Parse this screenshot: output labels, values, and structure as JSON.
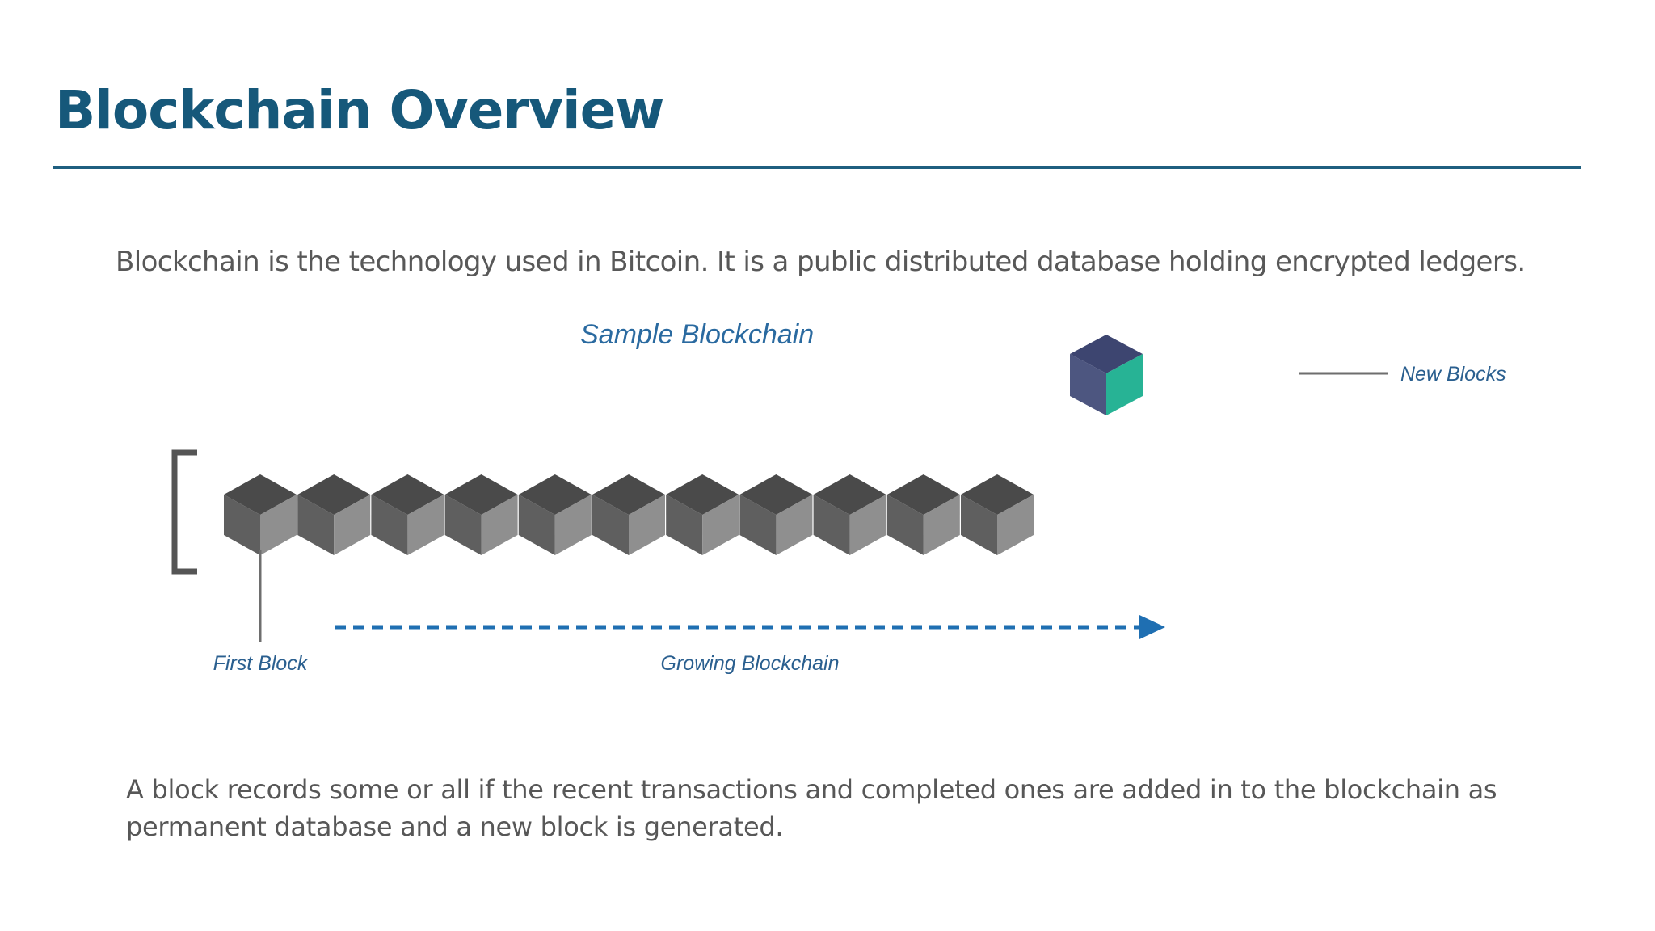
{
  "slide": {
    "title": "Blockchain Overview",
    "intro": "Blockchain is the technology used in Bitcoin. It is a public distributed database holding encrypted ledgers.",
    "footer": "A block records some or all if the recent transactions and completed ones are added in to the blockchain as permanent database and a new block is generated."
  },
  "diagram": {
    "title": "Sample Blockchain",
    "chain_block_count": 11,
    "labels": {
      "first_block": "First Block",
      "growing": "Growing Blockchain",
      "new_blocks": "New Blocks"
    },
    "colors": {
      "title_blue": "#16587a",
      "label_blue": "#2a5f8f",
      "arrow_blue": "#1f6fb2",
      "block_top": "#4a4a4a",
      "block_left": "#5f5f5f",
      "block_right": "#8f8f8f",
      "new_block_top": "#3d4570",
      "new_block_left": "#4d5680",
      "new_block_right": "#27b395"
    }
  }
}
